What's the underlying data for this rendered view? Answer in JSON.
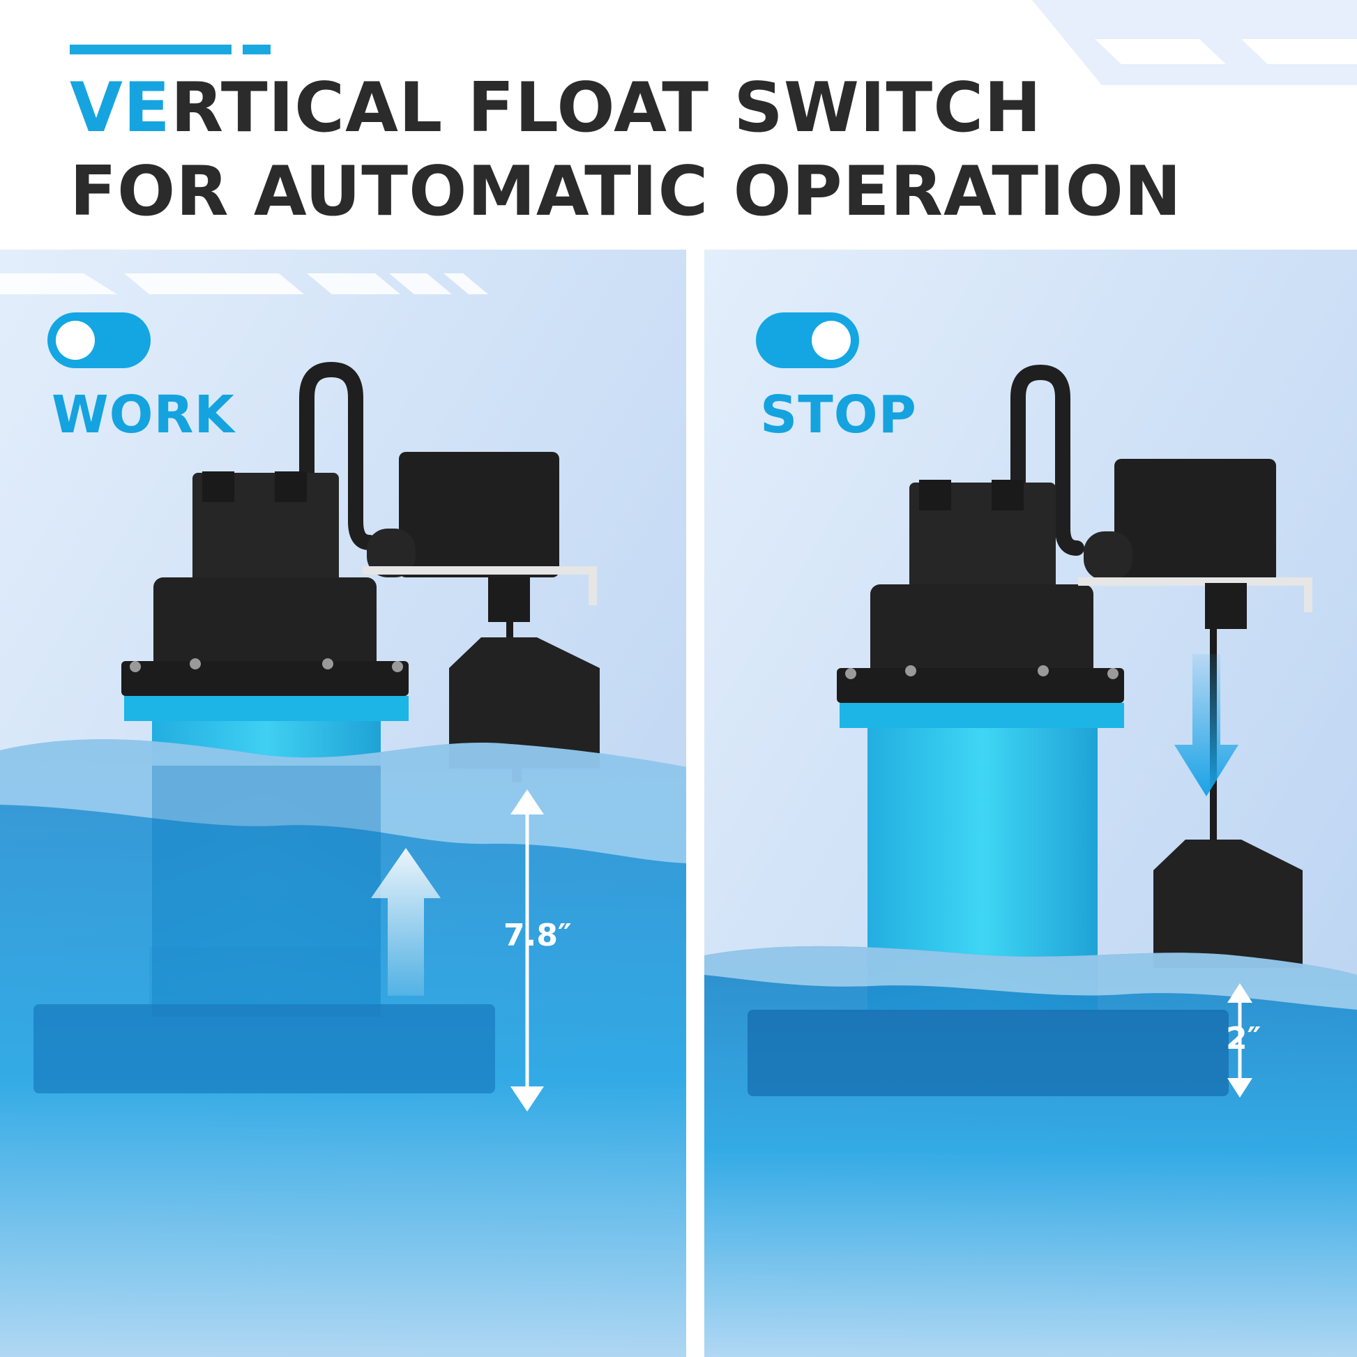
{
  "header": {
    "title_line1_accent": "VE",
    "title_line1_rest": "RTICAL FLOAT SWITCH",
    "title_line2": "FOR AUTOMATIC OPERATION"
  },
  "panels": [
    {
      "state_label": "WORK",
      "measurement": "7.8″"
    },
    {
      "state_label": "STOP",
      "measurement": "2″"
    }
  ],
  "colors": {
    "accent_blue": "#16a4e0",
    "title_dark": "#2b2b2b",
    "pump_body": "#2ab8e6",
    "pump_black": "#1f1f1f",
    "water": "#1e90d0"
  },
  "icons": [
    "toggle-switch-icon",
    "float-switch-icon",
    "up-arrow-icon",
    "down-arrow-icon",
    "double-arrow-icon"
  ]
}
